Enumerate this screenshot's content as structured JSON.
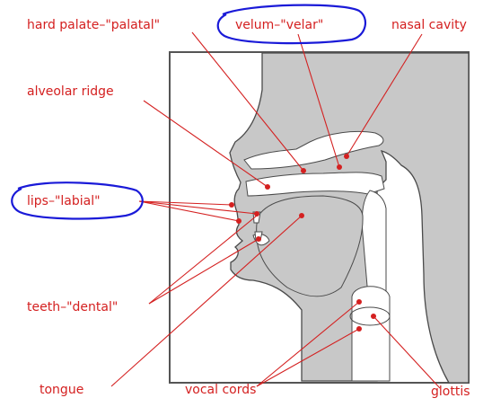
{
  "labels": {
    "hard_palate": "hard palate–\"palatal\"",
    "velum": "velum–\"velar\"",
    "nasal_cavity": "nasal cavity",
    "alveolar_ridge": "alveolar ridge",
    "lips": "lips–\"labial\"",
    "teeth": "teeth–\"dental\"",
    "tongue": "tongue",
    "vocal_cords": "vocal cords",
    "glottis": "glottis"
  },
  "colors": {
    "label_red": "#d42020",
    "annotation_blue": "#1a1ad8",
    "tissue_gray": "#c8c8c8",
    "outline": "#4a4a4a"
  }
}
